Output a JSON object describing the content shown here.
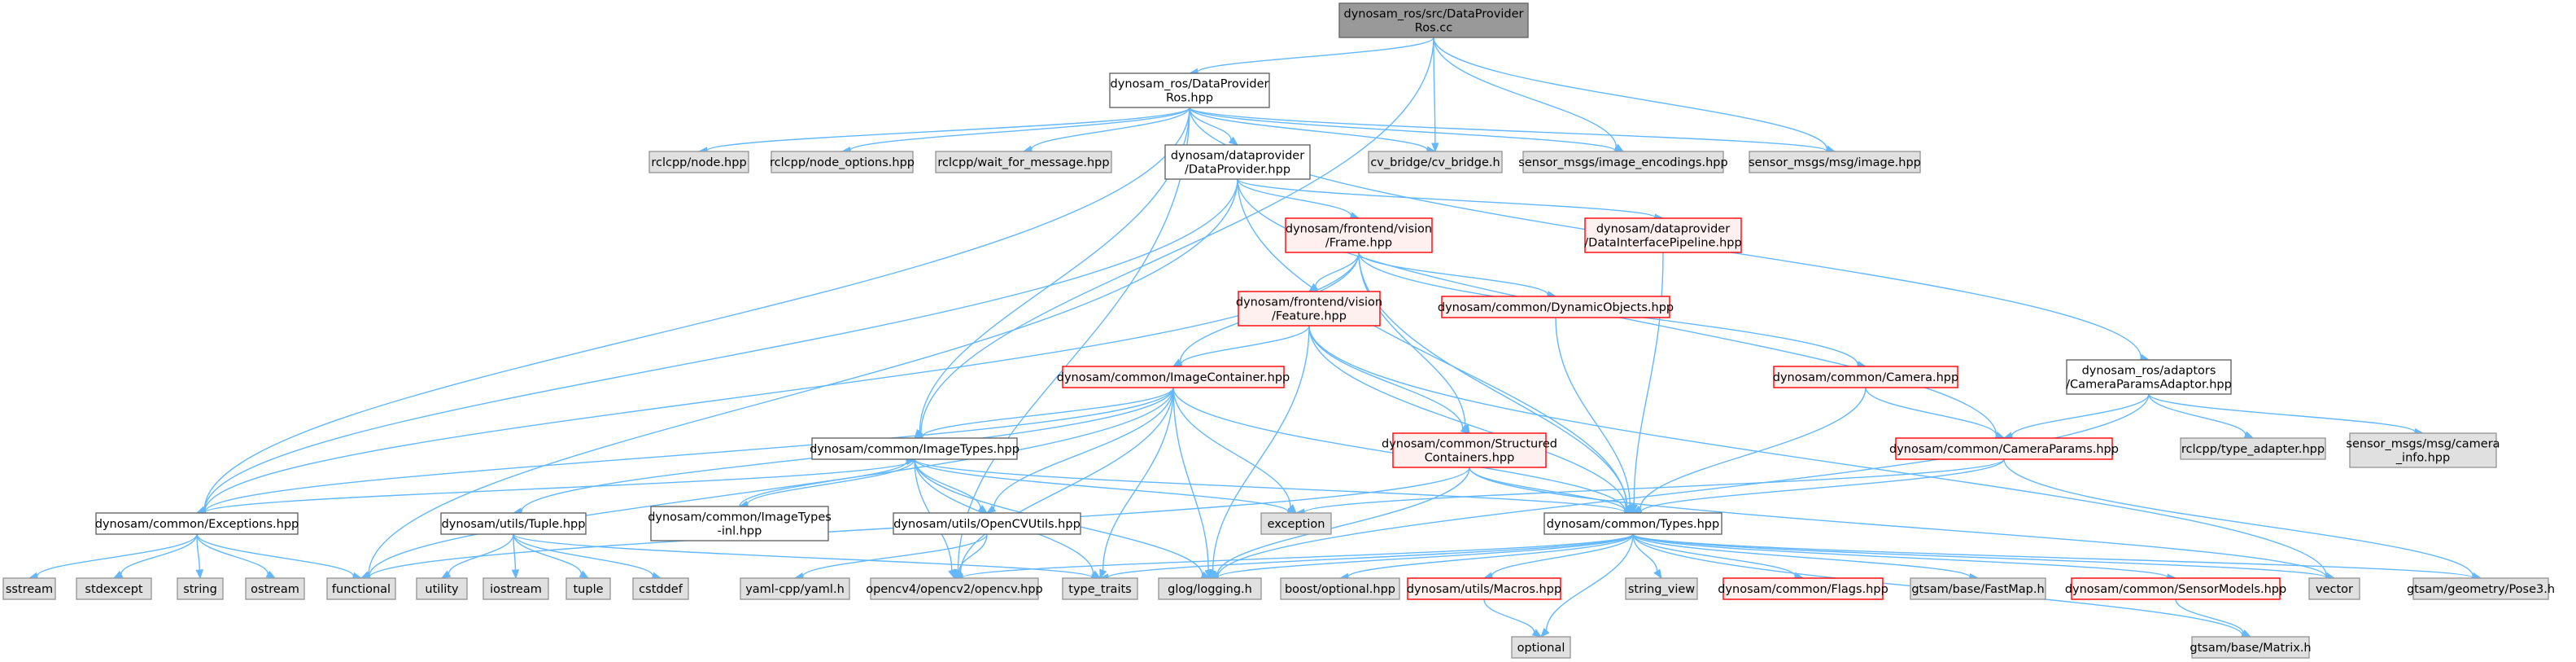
{
  "graph_title": "",
  "colors": {
    "edge": "#63b8ff",
    "root_fill": "#999999",
    "root_stroke": "#666666",
    "normal_fill": "#ffffff",
    "normal_stroke": "#666666",
    "missing_fill": "#e0e0e0",
    "missing_stroke": "#999999",
    "truncated_fill": "#fff0f0",
    "truncated_stroke": "#ff0000"
  },
  "nodes": [
    {
      "id": "root",
      "kind": "root",
      "lines": [
        "dynosam_ros/src/DataProvider",
        "Ros.cc"
      ]
    },
    {
      "id": "dpros",
      "kind": "normal",
      "lines": [
        "dynosam_ros/DataProvider",
        "Ros.hpp"
      ]
    },
    {
      "id": "rclnode",
      "kind": "missing",
      "lines": [
        "rclcpp/node.hpp"
      ]
    },
    {
      "id": "rclnodeopt",
      "kind": "missing",
      "lines": [
        "rclcpp/node_options.hpp"
      ]
    },
    {
      "id": "rclwait",
      "kind": "missing",
      "lines": [
        "rclcpp/wait_for_message.hpp"
      ]
    },
    {
      "id": "dp",
      "kind": "normal",
      "lines": [
        "dynosam/dataprovider",
        "/DataProvider.hpp"
      ]
    },
    {
      "id": "cvbridge",
      "kind": "missing",
      "lines": [
        "cv_bridge/cv_bridge.h"
      ]
    },
    {
      "id": "imgenc",
      "kind": "missing",
      "lines": [
        "sensor_msgs/image_encodings.hpp"
      ]
    },
    {
      "id": "msgimage",
      "kind": "missing",
      "lines": [
        "sensor_msgs/msg/image.hpp"
      ]
    },
    {
      "id": "frame",
      "kind": "truncated",
      "lines": [
        "dynosam/frontend/vision",
        "/Frame.hpp"
      ]
    },
    {
      "id": "dip",
      "kind": "truncated",
      "lines": [
        "dynosam/dataprovider",
        "/DataInterfacePipeline.hpp"
      ]
    },
    {
      "id": "adaptor",
      "kind": "normal",
      "lines": [
        "dynosam_ros/adaptors",
        "/CameraParamsAdaptor.hpp"
      ]
    },
    {
      "id": "feature",
      "kind": "truncated",
      "lines": [
        "dynosam/frontend/vision",
        "/Feature.hpp"
      ]
    },
    {
      "id": "dynobj",
      "kind": "truncated",
      "lines": [
        "dynosam/common/DynamicObjects.hpp"
      ]
    },
    {
      "id": "imgcont",
      "kind": "truncated",
      "lines": [
        "dynosam/common/ImageContainer.hpp"
      ]
    },
    {
      "id": "camera",
      "kind": "truncated",
      "lines": [
        "dynosam/common/Camera.hpp"
      ]
    },
    {
      "id": "structc",
      "kind": "truncated",
      "lines": [
        "dynosam/common/Structured",
        "Containers.hpp"
      ]
    },
    {
      "id": "camparams",
      "kind": "truncated",
      "lines": [
        "dynosam/common/CameraParams.hpp"
      ]
    },
    {
      "id": "rcltype",
      "kind": "missing",
      "lines": [
        "rclcpp/type_adapter.hpp"
      ]
    },
    {
      "id": "caminfo",
      "kind": "missing",
      "lines": [
        "sensor_msgs/msg/camera",
        "_info.hpp"
      ]
    },
    {
      "id": "imgtypes",
      "kind": "normal",
      "lines": [
        "dynosam/common/ImageTypes.hpp"
      ]
    },
    {
      "id": "exceptions",
      "kind": "normal",
      "lines": [
        "dynosam/common/Exceptions.hpp"
      ]
    },
    {
      "id": "tuple",
      "kind": "normal",
      "lines": [
        "dynosam/utils/Tuple.hpp"
      ]
    },
    {
      "id": "imgtypesinl",
      "kind": "normal",
      "lines": [
        "dynosam/common/ImageTypes",
        "-inl.hpp"
      ]
    },
    {
      "id": "opencvutils",
      "kind": "normal",
      "lines": [
        "dynosam/utils/OpenCVUtils.hpp"
      ]
    },
    {
      "id": "exception",
      "kind": "missing",
      "lines": [
        "exception"
      ]
    },
    {
      "id": "types",
      "kind": "normal",
      "lines": [
        "dynosam/common/Types.hpp"
      ]
    },
    {
      "id": "sstream",
      "kind": "missing",
      "lines": [
        "sstream"
      ]
    },
    {
      "id": "stdexcept",
      "kind": "missing",
      "lines": [
        "stdexcept"
      ]
    },
    {
      "id": "string",
      "kind": "missing",
      "lines": [
        "string"
      ]
    },
    {
      "id": "ostream",
      "kind": "missing",
      "lines": [
        "ostream"
      ]
    },
    {
      "id": "functional",
      "kind": "missing",
      "lines": [
        "functional"
      ]
    },
    {
      "id": "utility",
      "kind": "missing",
      "lines": [
        "utility"
      ]
    },
    {
      "id": "iostream",
      "kind": "missing",
      "lines": [
        "iostream"
      ]
    },
    {
      "id": "tuplestd",
      "kind": "missing",
      "lines": [
        "tuple"
      ]
    },
    {
      "id": "cstddef",
      "kind": "missing",
      "lines": [
        "cstddef"
      ]
    },
    {
      "id": "yaml",
      "kind": "missing",
      "lines": [
        "yaml-cpp/yaml.h"
      ]
    },
    {
      "id": "opencv",
      "kind": "missing",
      "lines": [
        "opencv4/opencv2/opencv.hpp"
      ]
    },
    {
      "id": "typetraits",
      "kind": "missing",
      "lines": [
        "type_traits"
      ]
    },
    {
      "id": "glog",
      "kind": "missing",
      "lines": [
        "glog/logging.h"
      ]
    },
    {
      "id": "boostopt",
      "kind": "missing",
      "lines": [
        "boost/optional.hpp"
      ]
    },
    {
      "id": "macros",
      "kind": "truncated",
      "lines": [
        "dynosam/utils/Macros.hpp"
      ]
    },
    {
      "id": "stringview",
      "kind": "missing",
      "lines": [
        "string_view"
      ]
    },
    {
      "id": "flags",
      "kind": "truncated",
      "lines": [
        "dynosam/common/Flags.hpp"
      ]
    },
    {
      "id": "fastmap",
      "kind": "missing",
      "lines": [
        "gtsam/base/FastMap.h"
      ]
    },
    {
      "id": "sensormodels",
      "kind": "truncated",
      "lines": [
        "dynosam/common/SensorModels.hpp"
      ]
    },
    {
      "id": "vector",
      "kind": "missing",
      "lines": [
        "vector"
      ]
    },
    {
      "id": "pose3",
      "kind": "missing",
      "lines": [
        "gtsam/geometry/Pose3.h"
      ]
    },
    {
      "id": "optional",
      "kind": "missing",
      "lines": [
        "optional"
      ]
    },
    {
      "id": "matrix",
      "kind": "missing",
      "lines": [
        "gtsam/base/Matrix.h"
      ]
    }
  ],
  "edges": [
    [
      "root",
      "dpros"
    ],
    [
      "root",
      "imgtypes"
    ],
    [
      "root",
      "cvbridge"
    ],
    [
      "root",
      "imgenc"
    ],
    [
      "root",
      "msgimage"
    ],
    [
      "dpros",
      "rclnode"
    ],
    [
      "dpros",
      "rclnodeopt"
    ],
    [
      "dpros",
      "rclwait"
    ],
    [
      "dpros",
      "dp"
    ],
    [
      "dpros",
      "cvbridge"
    ],
    [
      "dpros",
      "imgenc"
    ],
    [
      "dpros",
      "msgimage"
    ],
    [
      "dpros",
      "adaptor"
    ],
    [
      "dpros",
      "imgtypes"
    ],
    [
      "dpros",
      "exceptions"
    ],
    [
      "dpros",
      "opencv"
    ],
    [
      "dp",
      "frame"
    ],
    [
      "dp",
      "dip"
    ],
    [
      "dp",
      "camparams"
    ],
    [
      "dp",
      "types"
    ],
    [
      "dp",
      "exceptions"
    ],
    [
      "dp",
      "functional"
    ],
    [
      "frame",
      "feature"
    ],
    [
      "frame",
      "dynobj"
    ],
    [
      "frame",
      "imgcont"
    ],
    [
      "frame",
      "camera"
    ],
    [
      "frame",
      "structc"
    ],
    [
      "frame",
      "types"
    ],
    [
      "frame",
      "exceptions"
    ],
    [
      "dip",
      "types"
    ],
    [
      "adaptor",
      "camparams"
    ],
    [
      "adaptor",
      "rcltype"
    ],
    [
      "adaptor",
      "caminfo"
    ],
    [
      "adaptor",
      "glog"
    ],
    [
      "feature",
      "imgcont"
    ],
    [
      "feature",
      "structc"
    ],
    [
      "feature",
      "types"
    ],
    [
      "feature",
      "glog"
    ],
    [
      "feature",
      "vector"
    ],
    [
      "dynobj",
      "types"
    ],
    [
      "imgcont",
      "imgtypes"
    ],
    [
      "imgcont",
      "exceptions"
    ],
    [
      "imgcont",
      "tuple"
    ],
    [
      "imgcont",
      "opencvutils"
    ],
    [
      "imgcont",
      "exception"
    ],
    [
      "imgcont",
      "types"
    ],
    [
      "imgcont",
      "opencv"
    ],
    [
      "imgcont",
      "typetraits"
    ],
    [
      "imgcont",
      "glog"
    ],
    [
      "imgcont",
      "functional"
    ],
    [
      "camera",
      "camparams"
    ],
    [
      "camera",
      "types"
    ],
    [
      "structc",
      "types"
    ],
    [
      "structc",
      "glog"
    ],
    [
      "structc",
      "vector"
    ],
    [
      "structc",
      "functional"
    ],
    [
      "camparams",
      "types"
    ],
    [
      "camparams",
      "exception"
    ],
    [
      "camparams",
      "pose3"
    ],
    [
      "imgtypes",
      "exceptions"
    ],
    [
      "imgtypes",
      "imgtypesinl"
    ],
    [
      "imgtypes",
      "opencvutils"
    ],
    [
      "imgtypes",
      "exception"
    ],
    [
      "imgtypes",
      "types"
    ],
    [
      "imgtypes",
      "opencv"
    ],
    [
      "imgtypes",
      "typetraits"
    ],
    [
      "imgtypes",
      "glog"
    ],
    [
      "imgtypesinl",
      "imgtypes"
    ],
    [
      "exceptions",
      "sstream"
    ],
    [
      "exceptions",
      "stdexcept"
    ],
    [
      "exceptions",
      "string"
    ],
    [
      "exceptions",
      "ostream"
    ],
    [
      "exceptions",
      "functional"
    ],
    [
      "tuple",
      "utility"
    ],
    [
      "tuple",
      "iostream"
    ],
    [
      "tuple",
      "tuplestd"
    ],
    [
      "tuple",
      "cstddef"
    ],
    [
      "tuple",
      "typetraits"
    ],
    [
      "opencvutils",
      "yaml"
    ],
    [
      "opencvutils",
      "opencv"
    ],
    [
      "types",
      "opencv"
    ],
    [
      "types",
      "typetraits"
    ],
    [
      "types",
      "glog"
    ],
    [
      "types",
      "boostopt"
    ],
    [
      "types",
      "macros"
    ],
    [
      "types",
      "stringview"
    ],
    [
      "types",
      "flags"
    ],
    [
      "types",
      "fastmap"
    ],
    [
      "types",
      "sensormodels"
    ],
    [
      "types",
      "vector"
    ],
    [
      "types",
      "pose3"
    ],
    [
      "types",
      "optional"
    ],
    [
      "types",
      "matrix"
    ],
    [
      "macros",
      "optional"
    ],
    [
      "sensormodels",
      "matrix"
    ]
  ]
}
